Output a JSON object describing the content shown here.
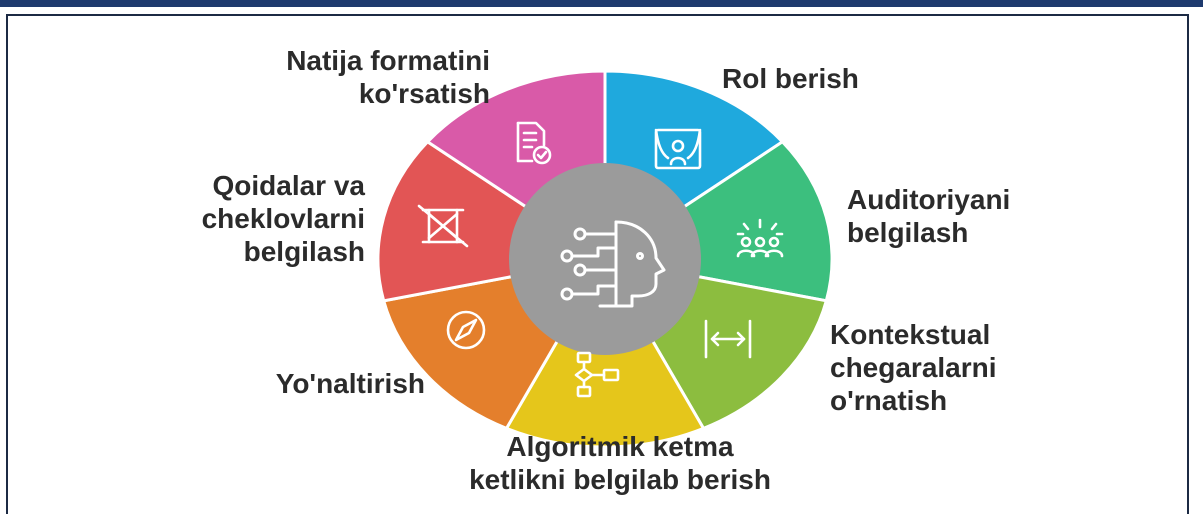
{
  "colors": {
    "frame": "#1c2a44",
    "top_bar": "#1e3a6e",
    "center": "#9b9b9b",
    "text": "#2b2b2b",
    "icon_stroke": "#ffffff"
  },
  "segments": [
    {
      "id": "rol",
      "label": "Rol berish",
      "color": "#1fa9dd",
      "icon": "theater-curtain-person-icon"
    },
    {
      "id": "auditoriya",
      "label": "Auditoriyani\nbelgilash",
      "color": "#3cbf7e",
      "icon": "audience-group-icon"
    },
    {
      "id": "kontekst",
      "label": "Kontekstual\nchegaralarni\no'rnatish",
      "color": "#8cbd3f",
      "icon": "bounded-arrows-icon"
    },
    {
      "id": "algoritm",
      "label": "Algoritmik ketma\nketlikni belgilab berish",
      "color": "#e5c61b",
      "icon": "flowchart-icon"
    },
    {
      "id": "yonaltirish",
      "label": "Yo'naltirish",
      "color": "#e47f2c",
      "icon": "compass-icon"
    },
    {
      "id": "qoidalar",
      "label": "Qoidalar va\ncheklovlarni\nbelgilash",
      "color": "#e25555",
      "icon": "crossed-rules-icon"
    },
    {
      "id": "natija",
      "label": "Natija formatini\nko'rsatish",
      "color": "#d95aa8",
      "icon": "document-check-icon"
    }
  ],
  "center": {
    "icon": "ai-head-circuit-icon"
  }
}
